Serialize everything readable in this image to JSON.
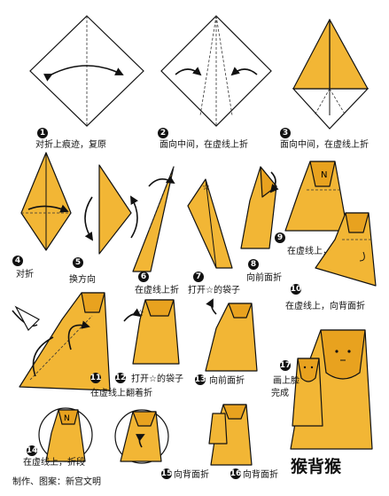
{
  "title": "猴背猴",
  "credit": "制作、图案：新宫文明",
  "colors": {
    "paper": "#f2b635",
    "paper_dark": "#e8a21f",
    "outline": "#111111"
  },
  "steps": [
    {
      "num": "1",
      "caption": "对折上痕迹，复原"
    },
    {
      "num": "2",
      "caption": "面向中间，在虚线上折"
    },
    {
      "num": "3",
      "caption": "面向中间，在虚线上折"
    },
    {
      "num": "4",
      "caption": "对折"
    },
    {
      "num": "5",
      "caption": "换方向"
    },
    {
      "num": "6",
      "caption": "在虚线上折"
    },
    {
      "num": "7",
      "caption": "打开☆的袋子"
    },
    {
      "num": "8",
      "caption": "向前面折"
    },
    {
      "num": "9",
      "caption": "在虚线上，折段"
    },
    {
      "num": "10",
      "caption": "在虚线上，向背面折"
    },
    {
      "num": "11",
      "caption": "在虚线上翻着折"
    },
    {
      "num": "12",
      "caption": "打开☆的袋子"
    },
    {
      "num": "13",
      "caption": "向前面折"
    },
    {
      "num": "14",
      "caption": "在虚线上，折段"
    },
    {
      "num": "15",
      "caption": "向背面折"
    },
    {
      "num": "16",
      "caption": "向背面折"
    },
    {
      "num": "17",
      "caption_line1": "画上脸",
      "caption_line2": "完成"
    }
  ]
}
